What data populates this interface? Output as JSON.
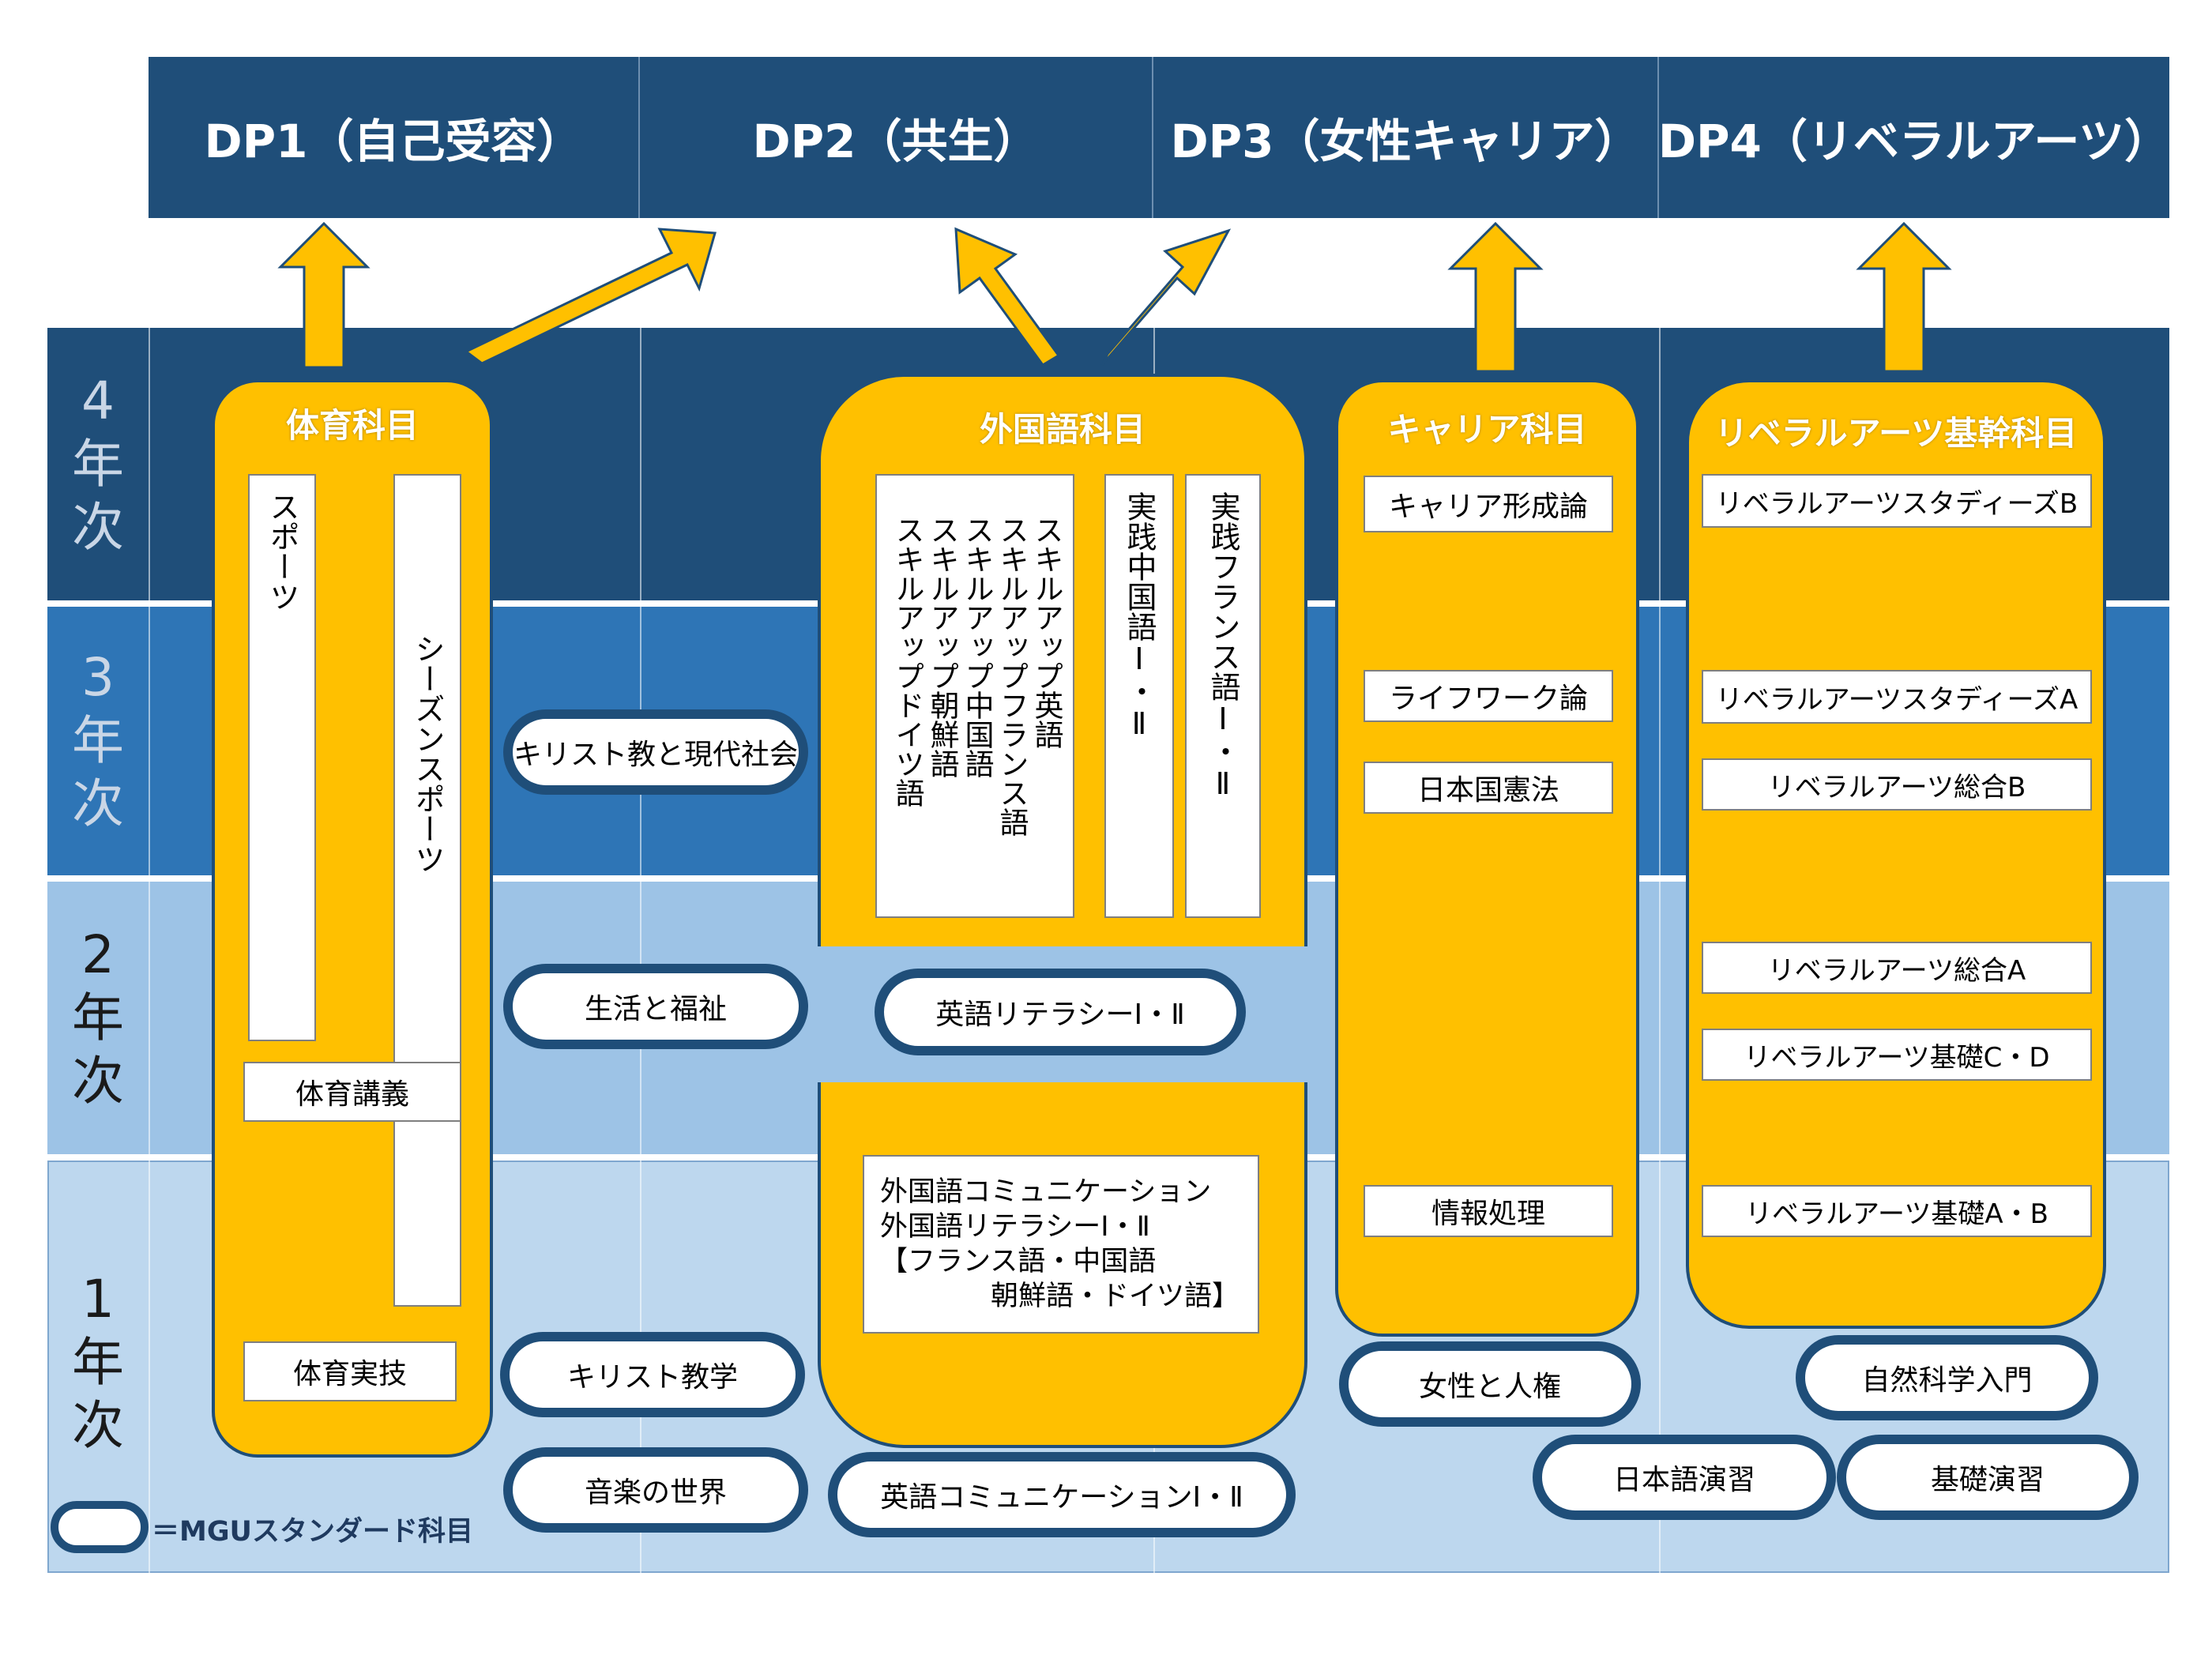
{
  "dp": [
    "DP1（自己受容）",
    "DP2（共生）",
    "DP3（女性キャリア）",
    "DP4（リベラルアーツ）"
  ],
  "years": {
    "y4": [
      "4",
      "年",
      "次"
    ],
    "y3": [
      "3",
      "年",
      "次"
    ],
    "y2": [
      "2",
      "年",
      "次"
    ],
    "y1": [
      "1",
      "年",
      "次"
    ]
  },
  "colors": {
    "header": "#1f4e79",
    "year4": "#1f4e79",
    "year3": "#2e75b6",
    "year2": "#9dc3e6",
    "year1": "#bdd7ee",
    "category": "#ffc000",
    "arrow": "#ffc000"
  },
  "pe": {
    "title": "体育科目",
    "sports": "スポーツ",
    "season_sports": "シーズンスポーツ",
    "lecture": "体育講義",
    "practice": "体育実技"
  },
  "fl": {
    "title": "外国語科目",
    "skillup": "スキルアップ英語\nスキルアップフランス語\nスキルアップ中国語\nスキルアップ朝鮮語\nスキルアップドイツ語",
    "practical_chinese": "実践中国語Ⅰ・Ⅱ",
    "practical_french": "実践フランス語Ⅰ・Ⅱ",
    "year1_lines": [
      "外国語コミュニケーション",
      "外国語リテラシーⅠ・Ⅱ",
      "【フランス語・中国語",
      "朝鮮語・ドイツ語】"
    ]
  },
  "career": {
    "title": "キャリア科目",
    "items": [
      "キャリア形成論",
      "ライフワーク論",
      "日本国憲法",
      "情報処理"
    ]
  },
  "la": {
    "title": "リベラルアーツ基幹科目",
    "items": [
      "リベラルアーツスタディーズB",
      "リベラルアーツスタディーズA",
      "リベラルアーツ総合B",
      "リベラルアーツ総合A",
      "リベラルアーツ基礎C・D",
      "リベラルアーツ基礎A・B"
    ]
  },
  "mgu": {
    "christianity_society": "キリスト教と現代社会",
    "life_welfare": "生活と福祉",
    "english_literacy": "英語リテラシーⅠ・Ⅱ",
    "christianity": "キリスト教学",
    "music_world": "音楽の世界",
    "english_communication": "英語コミュニケーションⅠ・Ⅱ",
    "women_rights": "女性と人権",
    "natural_science": "自然科学入門",
    "japanese_practice": "日本語演習",
    "basic_practice": "基礎演習"
  },
  "legend": "＝MGUスタンダード科目"
}
